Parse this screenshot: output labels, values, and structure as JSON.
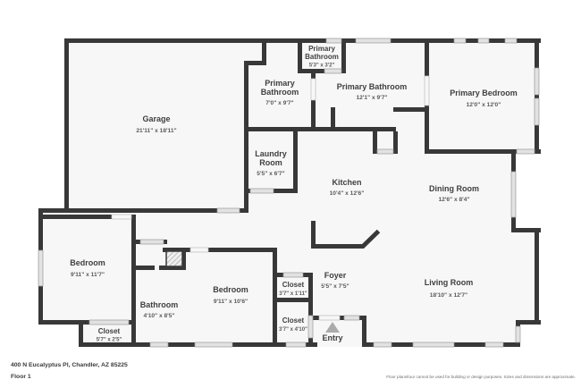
{
  "footer": {
    "address": "400 N Eucalyptus Pl, Chandler, AZ 85225",
    "floor_label": "Floor 1",
    "disclaimer": "Floor plans/tour cannot be used for building or design purposes. Sizes and dimensions are approximate."
  },
  "colors": {
    "wall": "#383838",
    "floor": "#f7f7f7",
    "window": "#e2e2e2",
    "label_text": "#3f3f3f",
    "dim_text": "#5a5a5a"
  },
  "rooms": {
    "garage": {
      "name": "Garage",
      "dims": "21'11\" x 18'11\""
    },
    "primary_bathroom_small": {
      "name": "Primary",
      "name2": "Bathroom",
      "dims": "5'3\" x 3'2\""
    },
    "primary_bathroom_left": {
      "name": "Primary",
      "name2": "Bathroom",
      "dims": "7'0\" x 9'7\""
    },
    "primary_bathroom_mid": {
      "name": "Primary Bathroom",
      "dims": "12'1\" x 9'7\""
    },
    "primary_bedroom": {
      "name": "Primary Bedroom",
      "dims": "12'0\" x 12'0\""
    },
    "laundry": {
      "name": "Laundry",
      "name2": "Room",
      "dims": "5'5\" x 6'7\""
    },
    "kitchen": {
      "name": "Kitchen",
      "dims": "10'4\" x 12'6\""
    },
    "dining": {
      "name": "Dining Room",
      "dims": "12'6\" x 8'4\""
    },
    "bedroom_left": {
      "name": "Bedroom",
      "dims": "9'11\" x 11'7\""
    },
    "closet_left": {
      "name": "Closet",
      "dims": "5'7\" x 2'5\""
    },
    "bathroom": {
      "name": "Bathroom",
      "dims": "4'10\" x 8'5\""
    },
    "bedroom_mid": {
      "name": "Bedroom",
      "dims": "9'11\" x 10'6\""
    },
    "closet_upper": {
      "name": "Closet",
      "dims": "3'7\" x 1'11\""
    },
    "closet_lower": {
      "name": "Closet",
      "dims": "3'7\" x 4'10\""
    },
    "foyer": {
      "name": "Foyer",
      "dims": "5'5\" x 7'5\""
    },
    "living": {
      "name": "Living Room",
      "dims": "18'10\" x 12'7\""
    },
    "entry": {
      "name": "Entry"
    }
  }
}
